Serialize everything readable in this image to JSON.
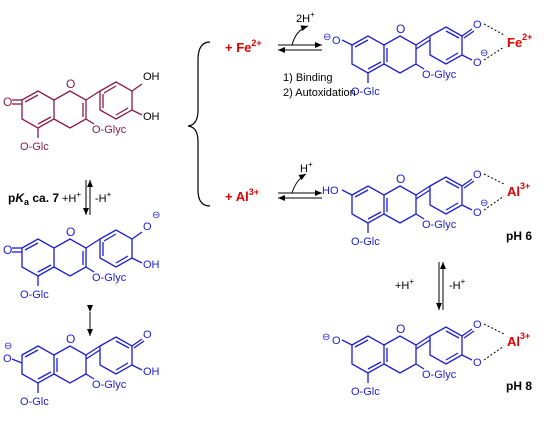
{
  "colors": {
    "maroon": "#8b1a4a",
    "blue": "#1b1ecf",
    "red": "#e00000",
    "black": "#000000"
  },
  "labels": {
    "fe": "+ Fe",
    "fe_charge": "2+",
    "al": "+ Al",
    "al_charge": "3+",
    "two_h": "2H",
    "h_sup": "+",
    "h": "H",
    "binding": "1) Binding",
    "autox": "2) Autoxidation",
    "pka_p": "p",
    "pka_k": "K",
    "pka_a": "a",
    "pka_rest": " ca. 7",
    "pH6": "pH 6",
    "pH8": "pH 8",
    "plus_h_left": "+H",
    "minus_h_left": "-H",
    "plus_h_right": "+H",
    "minus_h_right": "-H",
    "o": "O",
    "oh": "OH",
    "ho": "HO",
    "o_glc": "O-Glc",
    "o_glyc": "O-Glyc",
    "fe_metal": "Fe",
    "fe_metal_charge": "2+",
    "al_metal": "Al",
    "al_metal_charge": "3+",
    "minus": "⊖"
  }
}
